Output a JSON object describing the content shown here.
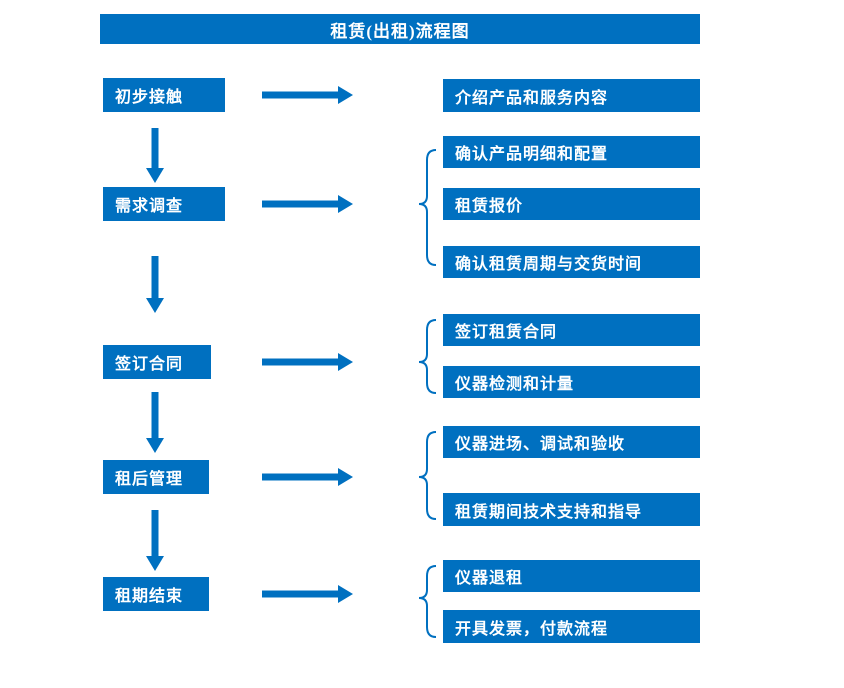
{
  "title": "租赁(出租)流程图",
  "colors": {
    "primary": "#0070C0",
    "text_on_primary": "#FFFFFF"
  },
  "stages": [
    {
      "label": "初步接触",
      "details": [
        "介绍产品和服务内容"
      ]
    },
    {
      "label": "需求调查",
      "details": [
        "确认产品明细和配置",
        "租赁报价",
        "确认租赁周期与交货时间"
      ]
    },
    {
      "label": "签订合同",
      "details": [
        "签订租赁合同",
        "仪器检测和计量"
      ]
    },
    {
      "label": "租后管理",
      "details": [
        "仪器进场、调试和验收",
        "租赁期间技术支持和指导"
      ]
    },
    {
      "label": "租期结束",
      "details": [
        "仪器退租",
        "开具发票，付款流程"
      ]
    }
  ]
}
